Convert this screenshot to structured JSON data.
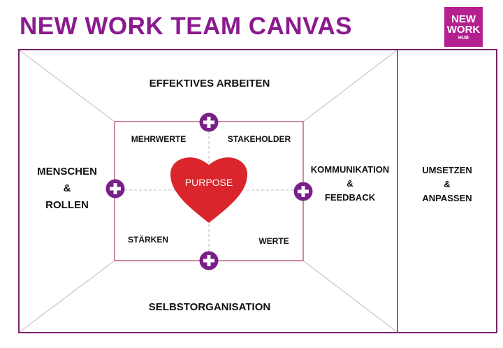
{
  "header": {
    "title": "NEW WORK TEAM CANVAS",
    "logo": {
      "line1": "NEW",
      "line2": "WORK",
      "line3": "HUB"
    }
  },
  "canvas": {
    "top": "EFFEKTIVES ARBEITEN",
    "bottom": "SELBSTORGANISATION",
    "left": [
      "MENSCHEN",
      "&",
      "ROLLEN"
    ],
    "right": [
      "KOMMUNIKATION",
      "&",
      "FEEDBACK"
    ],
    "far_right": [
      "UMSETZEN",
      "&",
      "ANPASSEN"
    ],
    "center": {
      "top_left": "MEHRWERTE",
      "top_right": "STAKEHOLDER",
      "bottom_left": "STÄRKEN",
      "bottom_right": "WERTE",
      "heart": "PURPOSE"
    }
  },
  "colors": {
    "brand_purple": "#8b1a8f",
    "logo_magenta": "#b5208f",
    "border": "#7a1f6e",
    "inner_border": "#c0647a",
    "heart_red": "#d9252b",
    "plus_purple": "#7a1f8a"
  },
  "icons": [
    "plus-circle-icon",
    "heart-icon"
  ]
}
